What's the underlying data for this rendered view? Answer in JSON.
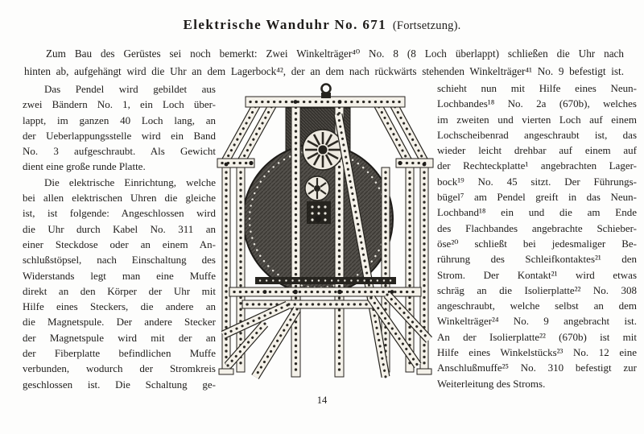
{
  "page": {
    "title": {
      "main": "Elektrische Wanduhr No. 671",
      "suffix": "(Fortsetzung)."
    },
    "page_number": "14",
    "colors": {
      "paper": "#fdfdfc",
      "ink": "#1e1c1a",
      "engraving_dark": "#26241f",
      "strip_fill": "#f4f1e9"
    },
    "illustration": {
      "alt": "Engraving of the wall clock model built from perforated metal strips with large round pendulum plate"
    },
    "intro": {
      "paragraphs": [
        {
          "indent": true,
          "justify_last": true,
          "lines": [
            "Zum Bau des Gerüstes sei noch bemerkt: Zwei Winkelträger⁴⁰ No. 8 (8 Loch überlappt) schließen die Uhr nach",
            "hinten ab, aufgehängt wird die Uhr an dem Lagerbock⁴², der an dem nach rückwärts stehenden Winkelträger⁴¹ No. 9 befestigt ist."
          ]
        }
      ]
    },
    "left_column": {
      "paragraphs": [
        {
          "indent": true,
          "justify_last": false,
          "lines": [
            "Das Pendel wird gebildet aus",
            "zwei Bändern No. 1, ein Loch über-",
            "lappt, im ganzen 40 Loch lang, an",
            "der Ueberlappungsstelle wird ein Band",
            "No. 3 aufgeschraubt. Als Gewicht",
            "dient eine große runde Platte."
          ]
        },
        {
          "indent": true,
          "justify_last": true,
          "lines": [
            "Die elektrische Einrichtung, welche",
            "bei allen elektrischen Uhren die gleiche",
            "ist, ist folgende: Angeschlossen wird",
            "die Uhr durch Kabel No. 311 an",
            "einer Steckdose oder an einem An-",
            "schlußstöpsel, nach Einschaltung des",
            "Widerstands legt man eine Muffe",
            "direkt an den Körper der Uhr mit",
            "Hilfe eines Steckers, die andere an",
            "die Magnetspule. Der andere Stecker",
            "der Magnetspule wird mit der an",
            "der Fiberplatte befindlichen Muffe",
            "verbunden, wodurch der Stromkreis",
            "geschlossen ist. Die Schaltung ge-"
          ]
        }
      ]
    },
    "right_column": {
      "paragraphs": [
        {
          "indent": false,
          "justify_last": false,
          "lines": [
            "schieht nun mit Hilfe eines Neun-",
            "Lochbandes¹⁸ No. 2a (670b), welches",
            "im zweiten und vierten Loch auf einem",
            "Lochscheibenrad angeschraubt ist, das",
            "wieder leicht drehbar auf einem auf",
            "der Rechteckplatte¹ angebrachten Lager-",
            "bock¹⁹ No. 45 sitzt. Der Führungs-",
            "bügel⁷ am Pendel greift in das Neun-",
            "Lochband¹⁸ ein und die am Ende",
            "des Flachbandes angebrachte Schieber-",
            "öse²⁰ schließt bei jedesmaliger Be-",
            "rührung des Schleifkontaktes²¹ den",
            "Strom. Der Kontakt²¹ wird etwas",
            "schräg an die Isolierplatte²² No. 308",
            "angeschraubt, welche selbst an dem",
            "Winkelträger²⁴ No. 9 angebracht ist.",
            "An der Isolierplatte²² (670b) ist mit",
            "Hilfe eines Winkelstücks²³ No. 12 eine",
            "Anschlußmuffe²⁵ No. 310 befestigt zur",
            "Weiterleitung des Stroms."
          ]
        }
      ]
    }
  }
}
